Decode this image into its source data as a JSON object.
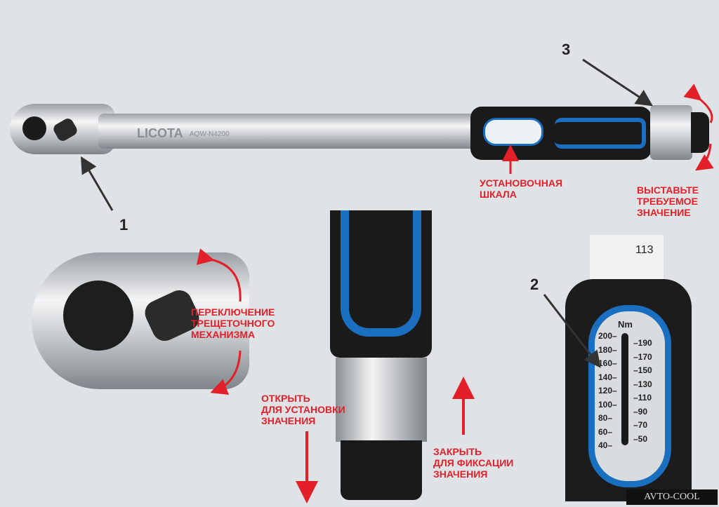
{
  "wrench": {
    "brand": "LICOTA",
    "model": "AQW-N4200"
  },
  "callouts": {
    "one": "1",
    "two": "2",
    "three": "3"
  },
  "labels": {
    "setting_scale": "УСТАНОВОЧНАЯ\nШКАЛА",
    "set_value": "ВЫСТАВЬТЕ\nТРЕБУЕМОЕ\nЗНАЧЕНИЕ",
    "ratchet_switch": "ПЕРЕКЛЮЧЕНИЕ\nТРЕЩЕТОЧНОГО\nМЕХАНИЗМА",
    "open_to_set": "ОТКРЫТЬ\nДЛЯ УСТАНОВКИ\nЗНАЧЕНИЯ",
    "close_to_lock": "ЗАКРЫТЬ\nДЛЯ ФИКСАЦИИ\nЗНАЧЕНИЯ"
  },
  "scale": {
    "unit": "Nm",
    "left": [
      "200",
      "180",
      "160",
      "140",
      "120",
      "100",
      "80",
      "60",
      "40"
    ],
    "right": [
      "190",
      "170",
      "150",
      "130",
      "110",
      "90",
      "70",
      "50"
    ],
    "dial_reading": "113"
  },
  "watermark": "AVTO-COOL",
  "colors": {
    "accent_red": "#e3202a",
    "grip_blue": "#1b6fc0",
    "background": "#dfe3e6"
  }
}
